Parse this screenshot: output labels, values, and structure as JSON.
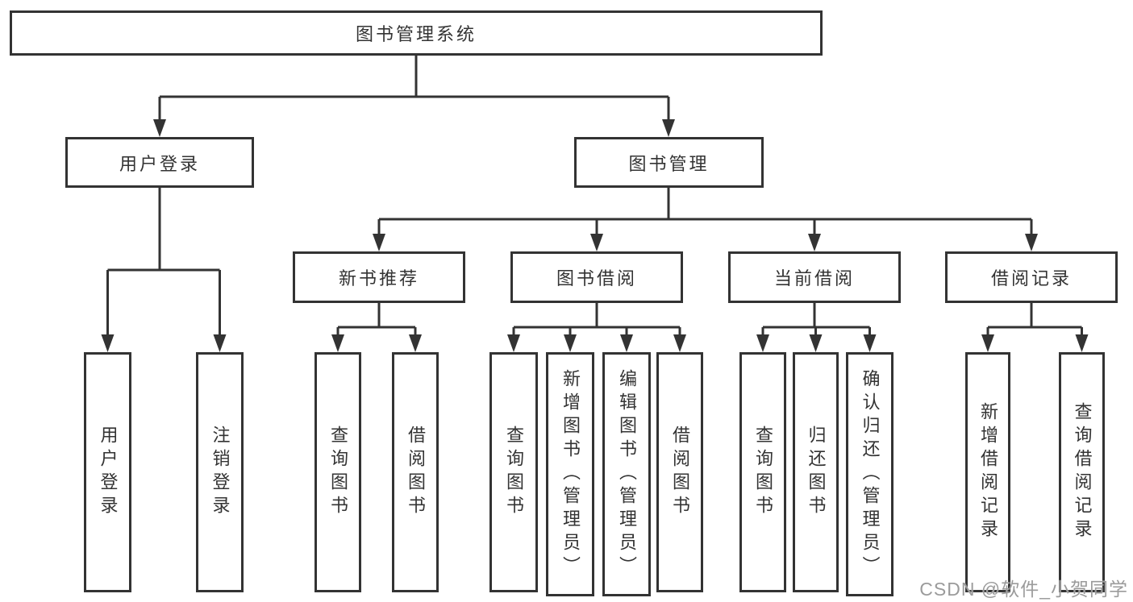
{
  "diagram": {
    "title_note": "functional structure tree",
    "root": {
      "label": "图书管理系统"
    },
    "level2": [
      {
        "label": "用户登录"
      },
      {
        "label": "图书管理"
      }
    ],
    "level3": [
      {
        "label": "新书推荐"
      },
      {
        "label": "图书借阅"
      },
      {
        "label": "当前借阅"
      },
      {
        "label": "借阅记录"
      }
    ],
    "leaves": {
      "user": [
        {
          "label": "用户登录"
        },
        {
          "label": "注销登录"
        }
      ],
      "recommend": [
        {
          "label": "查询图书"
        },
        {
          "label": "借阅图书"
        }
      ],
      "borrow": [
        {
          "label": "查询图书"
        },
        {
          "label": "新增图书（管理员）"
        },
        {
          "label": "编辑图书（管理员）"
        },
        {
          "label": "借阅图书"
        }
      ],
      "current": [
        {
          "label": "查询图书"
        },
        {
          "label": "归还图书"
        },
        {
          "label": "确认归还（管理员）"
        }
      ],
      "records": [
        {
          "label": "新增借阅记录"
        },
        {
          "label": "查询借阅记录"
        }
      ]
    }
  },
  "watermark": {
    "text": "CSDN @软件_小贺同学"
  },
  "colors": {
    "line": "#333333",
    "box_border": "#333333",
    "text": "#333333",
    "background": "#ffffff",
    "watermark": "#9b9b9b"
  }
}
